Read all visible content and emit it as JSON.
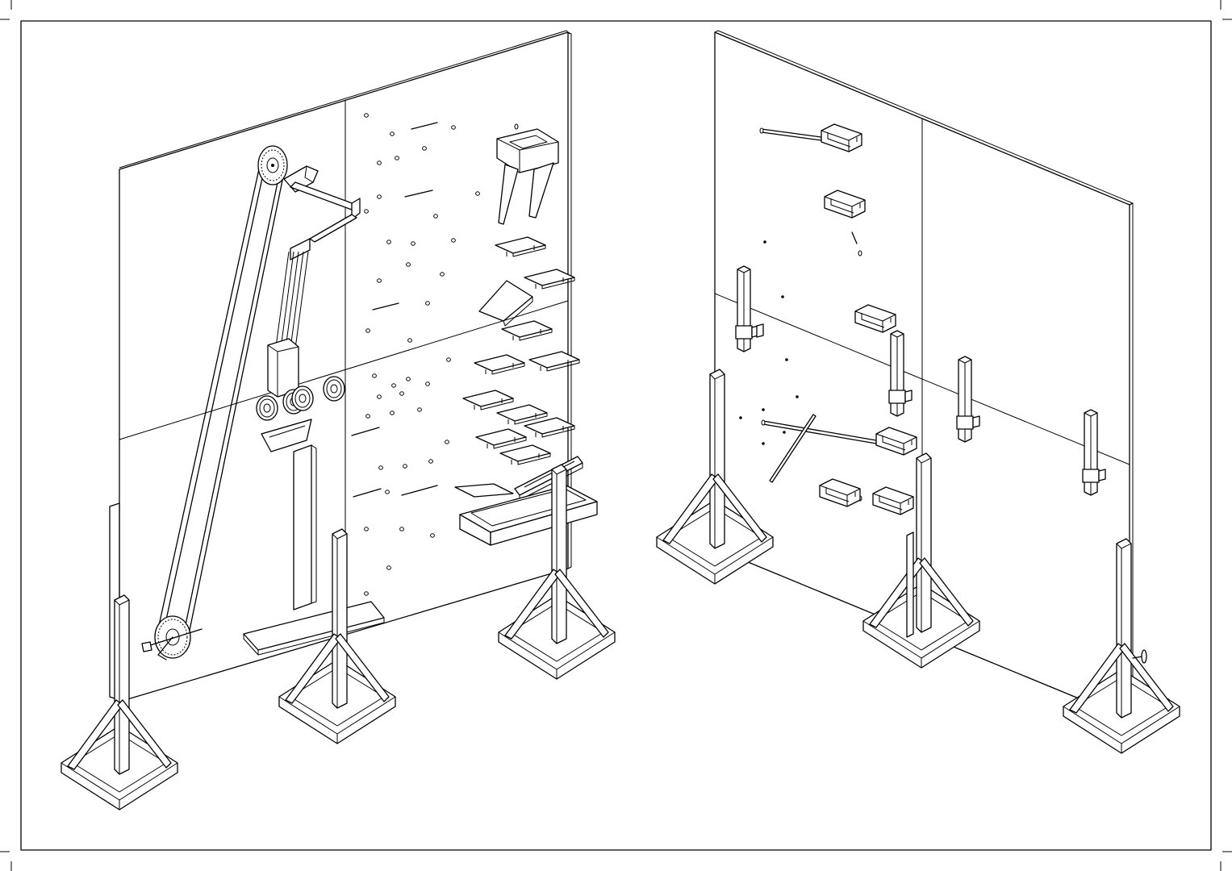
{
  "drawing": {
    "kind": "isometric line drawing",
    "line_color": "#000000",
    "background_color": "#ffffff",
    "left_board": {
      "mechanisms": [
        "chain-drive",
        "upper-sprocket",
        "lower-sprocket-crank",
        "chute",
        "feeder-funnel",
        "cup",
        "pulley-stack",
        "ramps",
        "tray",
        "bottom-tray"
      ]
    },
    "right_board": {
      "mechanisms": [
        "u-brackets",
        "rods",
        "post-clamps",
        "peg-crank"
      ]
    }
  }
}
